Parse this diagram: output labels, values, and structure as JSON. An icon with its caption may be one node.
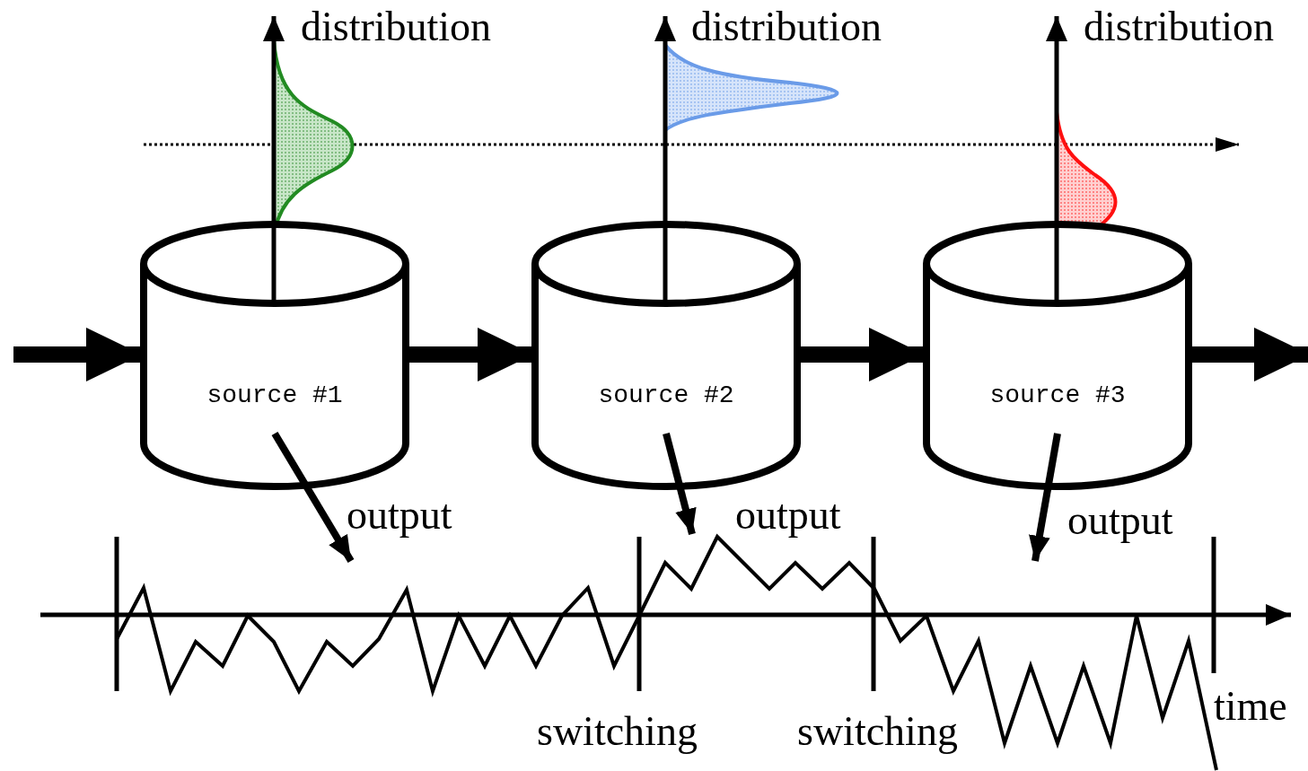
{
  "diagram": {
    "nodes": [
      {
        "text": [
          "source #1"
        ]
      },
      {
        "text": [
          "source #2"
        ]
      },
      {
        "text": [
          "source #3"
        ]
      }
    ],
    "edges": [
      {
        "from": null,
        "to": 0,
        "arrow": "to"
      },
      {
        "from": 0,
        "to": 1,
        "arrow": "to"
      },
      {
        "from": 1,
        "to": 2,
        "arrow": "to"
      },
      {
        "from": 2,
        "to": null,
        "arrow": "to"
      },
      {
        "from": 0,
        "to": null,
        "arrow": "to",
        "label": "output"
      },
      {
        "from": 1,
        "to": null,
        "arrow": "to",
        "label": "output"
      },
      {
        "from": 2,
        "to": null,
        "arrow": "to",
        "label": "output"
      }
    ],
    "labels": [
      "distribution",
      "distribution",
      "distribution",
      "switching",
      "switching",
      "time"
    ]
  }
}
